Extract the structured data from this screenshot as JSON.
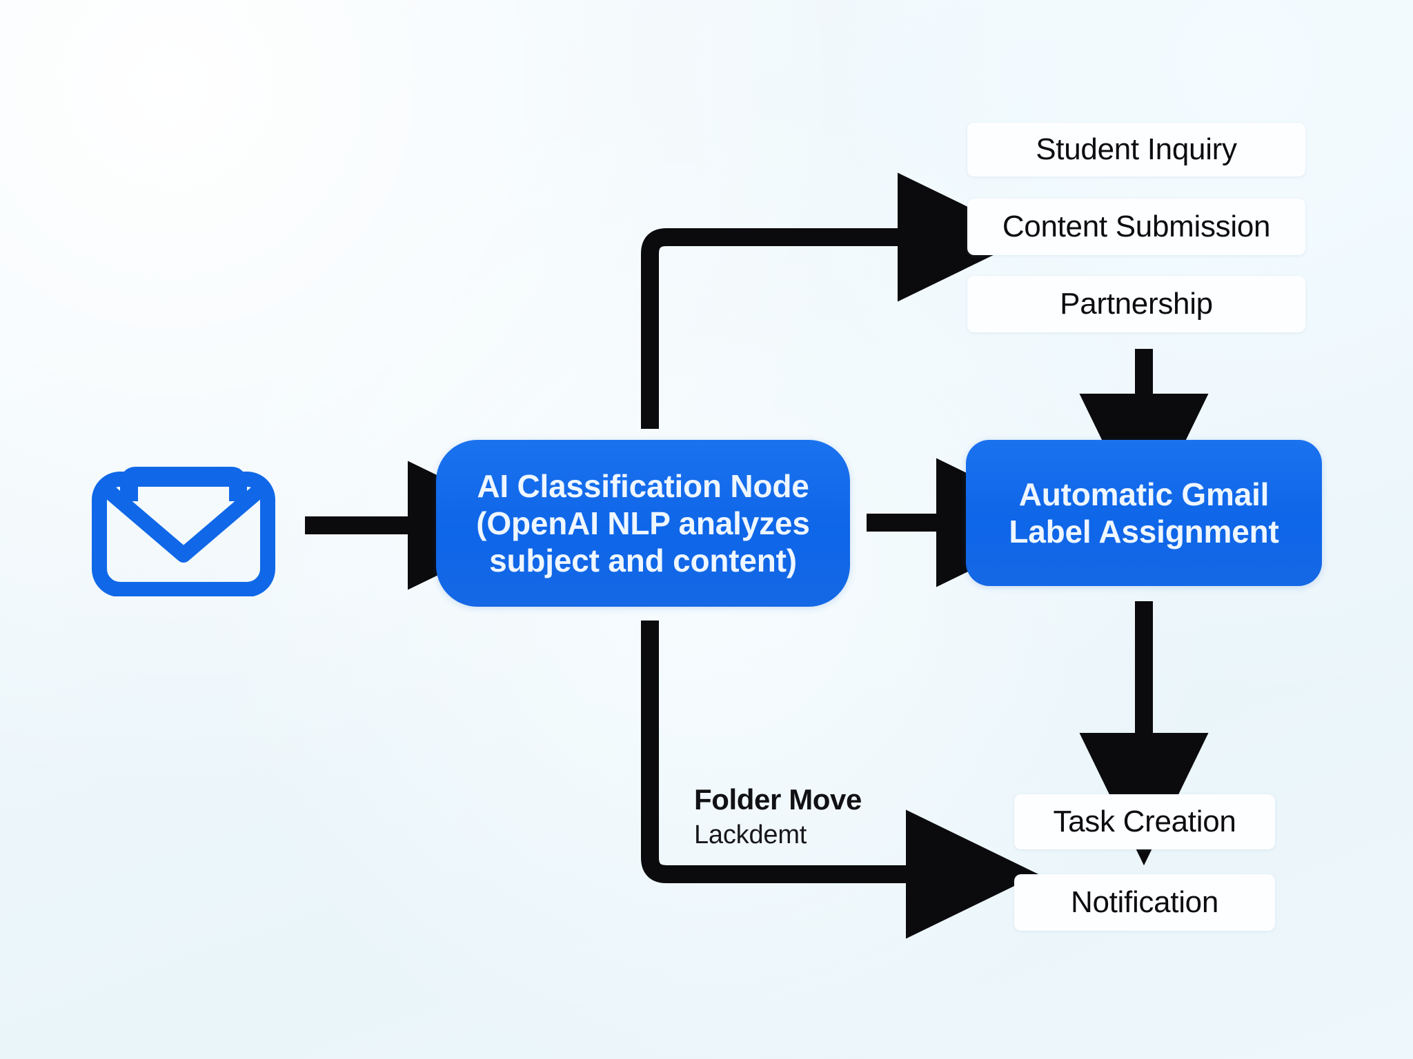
{
  "diagram": {
    "title": "Email AI classification and Gmail labeling workflow",
    "background_color": "#eef7fb",
    "accent_color": "#1068e8",
    "connector_color": "#0b0b0d",
    "chip_color": "#fdfeff"
  },
  "source": {
    "icon": "mail-inbox-icon",
    "color": "#1068e8"
  },
  "nodes": {
    "ai_classification": {
      "line1": "AI Classification Node",
      "line2": "(OpenAI NLP analyzes",
      "line3": "subject and content)",
      "full_text": "AI Classification Node (OpenAI NLP analyzes subject and content)"
    },
    "gmail_label": {
      "line1": "Automatic Gmail",
      "line2": "Label Assignment",
      "full_text": "Automatic Gmail Label Assignment"
    }
  },
  "categories": [
    {
      "label": "Student Inquiry"
    },
    {
      "label": "Content Submission"
    },
    {
      "label": "Partnership"
    }
  ],
  "outcomes": [
    {
      "label": "Task Creation"
    },
    {
      "label": "Notification"
    }
  ],
  "edge_label": {
    "primary": "Folder Move",
    "secondary": "Lackdemt"
  }
}
